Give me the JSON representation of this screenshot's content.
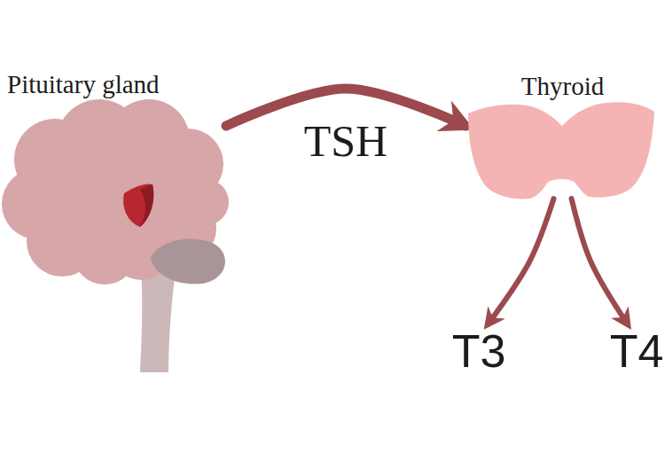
{
  "diagram": {
    "nodes": [
      {
        "text": [
          "Pituitary gland"
        ]
      },
      {
        "text": [
          "Thyroid"
        ]
      },
      {
        "text": [
          "T3"
        ]
      },
      {
        "text": [
          "T4"
        ]
      }
    ],
    "edges": [
      {
        "from": 0,
        "to": 1,
        "label": "TSH",
        "arrow": "to"
      },
      {
        "from": 1,
        "to": 2,
        "arrow": "to"
      },
      {
        "from": 1,
        "to": 3,
        "arrow": "to"
      }
    ]
  }
}
